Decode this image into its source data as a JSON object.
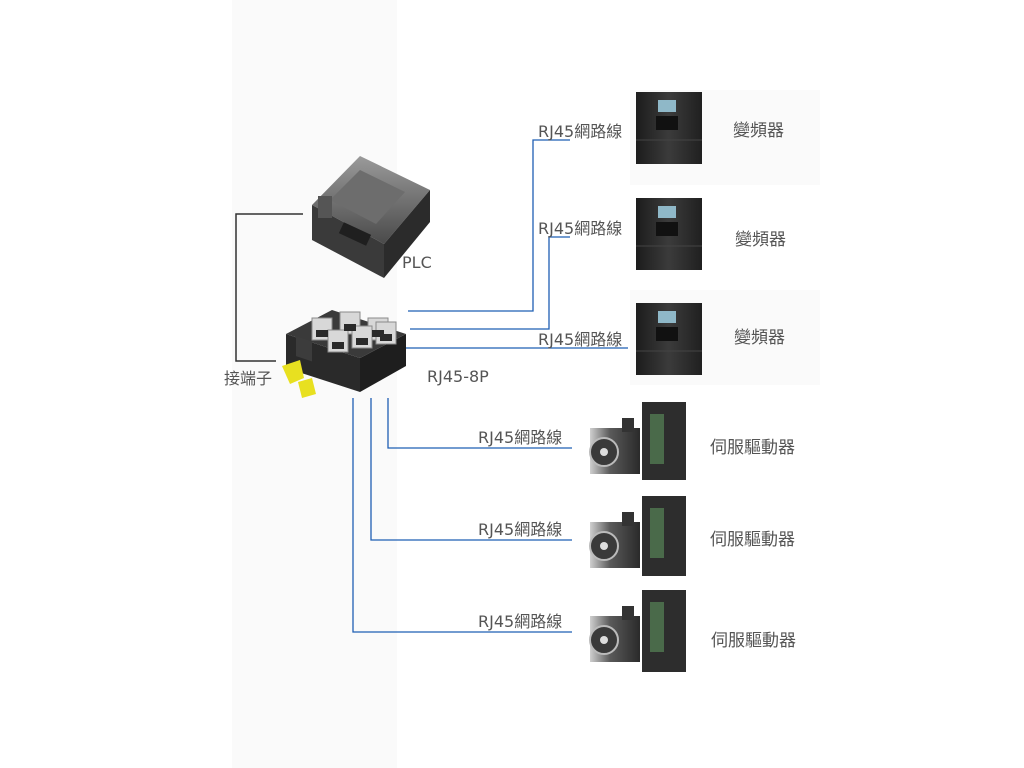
{
  "labels": {
    "plc": "PLC",
    "terminal": "接端子",
    "hub": "RJ45-8P",
    "cable": "RJ45網路線",
    "inverter": "變頻器",
    "servo": "伺服驅動器"
  },
  "colors": {
    "cable_line": "#1f5fb4",
    "connector_line": "#333333",
    "label_text": "#555555",
    "device_body": "#2a2a2a"
  },
  "icons": [
    "plc-module-icon",
    "rj45-8p-terminal-block-icon",
    "inverter-icon",
    "servo-motor-drive-icon"
  ]
}
